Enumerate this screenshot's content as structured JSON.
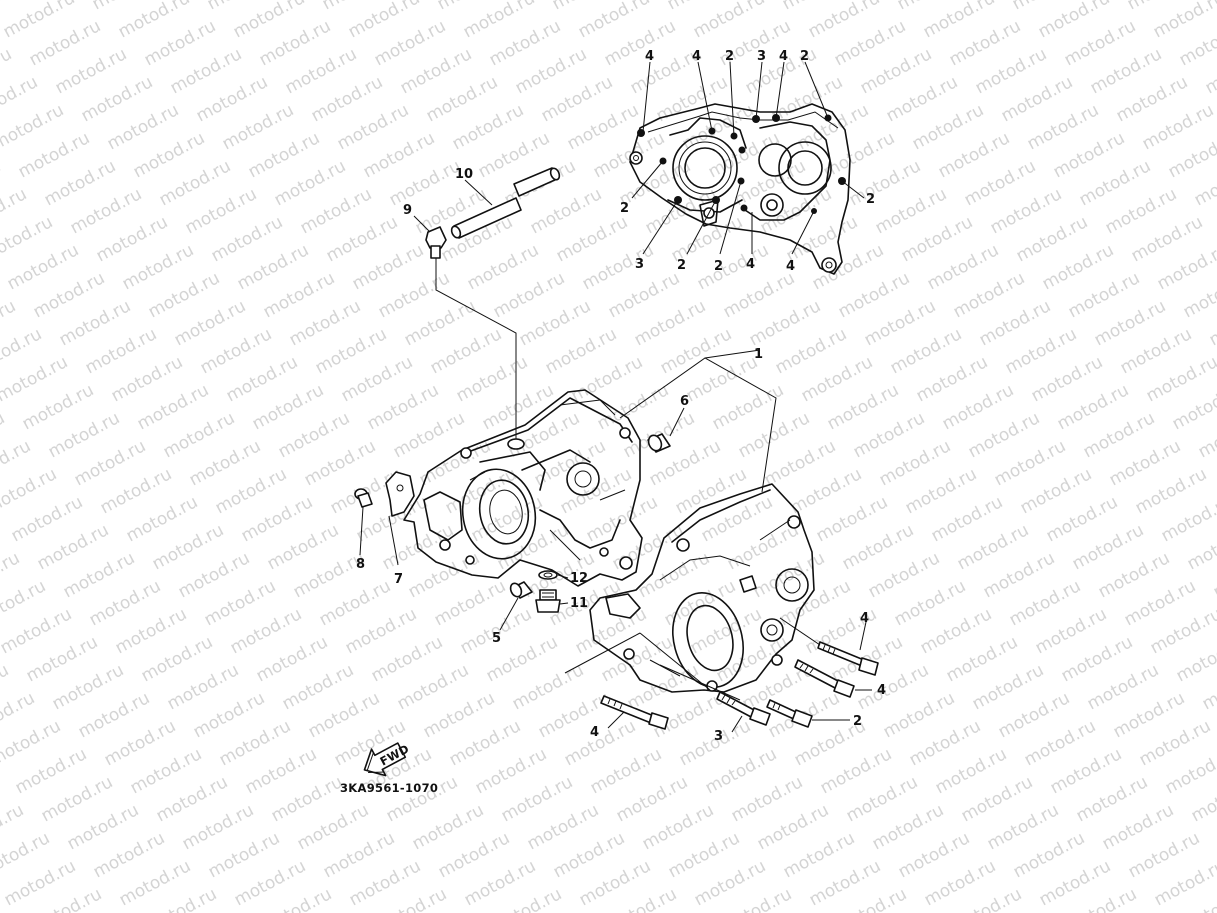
{
  "watermark": {
    "text": "motod.ru",
    "color": "#d4d4d4"
  },
  "diagram": {
    "code": "3KA9561-1070",
    "fwd_label": "FWD",
    "callouts": {
      "c_1": "1",
      "c_2": "2",
      "c_3": "3",
      "c_4": "4",
      "c_5": "5",
      "c_6": "6",
      "c_7": "7",
      "c_8": "8",
      "c_9": "9",
      "c_10": "10",
      "c_11": "11",
      "c_12": "12"
    }
  }
}
